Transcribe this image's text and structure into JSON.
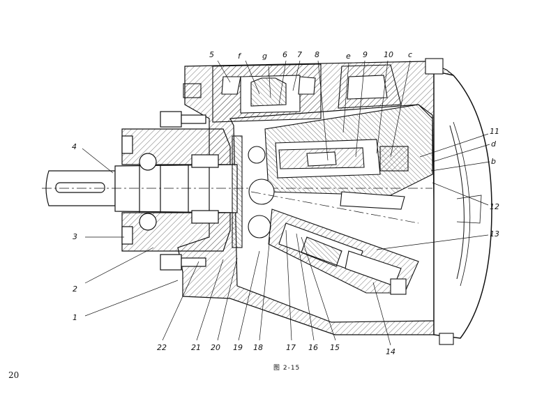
{
  "figure": {
    "caption": "图 2-15",
    "page_number": "20"
  },
  "callouts": [
    {
      "id": "c5",
      "text": "5"
    },
    {
      "id": "cf",
      "text": "f"
    },
    {
      "id": "cg",
      "text": "g"
    },
    {
      "id": "c6",
      "text": "6"
    },
    {
      "id": "c7",
      "text": "7"
    },
    {
      "id": "c8",
      "text": "8"
    },
    {
      "id": "ce",
      "text": "e"
    },
    {
      "id": "c9",
      "text": "9"
    },
    {
      "id": "c10",
      "text": "10"
    },
    {
      "id": "cc",
      "text": "c"
    },
    {
      "id": "c11",
      "text": "11"
    },
    {
      "id": "cd",
      "text": "d"
    },
    {
      "id": "cb",
      "text": "b"
    },
    {
      "id": "c12",
      "text": "12"
    },
    {
      "id": "c13",
      "text": "13"
    },
    {
      "id": "c4",
      "text": "4"
    },
    {
      "id": "c3",
      "text": "3"
    },
    {
      "id": "c2",
      "text": "2"
    },
    {
      "id": "c1",
      "text": "1"
    },
    {
      "id": "c22",
      "text": "22"
    },
    {
      "id": "c21",
      "text": "21"
    },
    {
      "id": "c20",
      "text": "20"
    },
    {
      "id": "c19",
      "text": "19"
    },
    {
      "id": "c18",
      "text": "18"
    },
    {
      "id": "c17",
      "text": "17"
    },
    {
      "id": "c16",
      "text": "16"
    },
    {
      "id": "c15",
      "text": "15"
    },
    {
      "id": "c14",
      "text": "14"
    }
  ]
}
